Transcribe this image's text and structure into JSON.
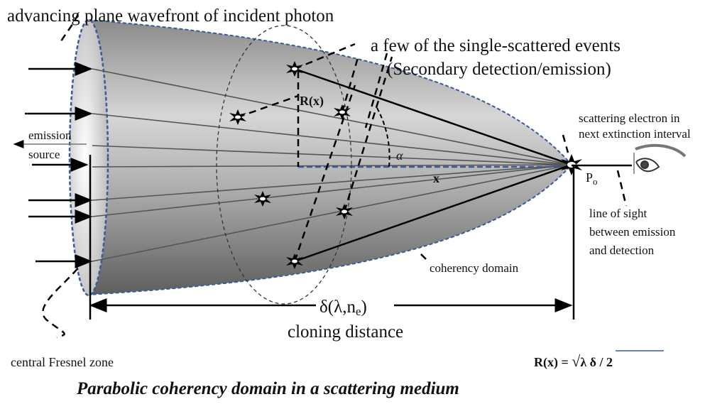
{
  "labels": {
    "wavefront": "advancing plane wavefront of incident photon",
    "events_line1": "a few of the single-scattered events",
    "events_line2": "(Secondary detection/emission)",
    "electron_line1": "scattering electron in",
    "electron_line2": "next extinction interval",
    "emission": "emission",
    "source": "source",
    "radius": "R(x)",
    "alpha": "α",
    "x": "x",
    "point": "P",
    "point_sub": "o",
    "los_line1": "line of sight",
    "los_line2": "between emission",
    "los_line3": "and detection",
    "coherency": "coherency domain",
    "delta": "δ(λ,n",
    "delta_sub": "e",
    "delta_close": ")",
    "cloning": "cloning distance",
    "fresnel": "central Fresnel zone",
    "formula_left": "R(x) = ",
    "formula_root": "√",
    "formula_right": "λ δ / 2",
    "caption": "Parabolic coherency domain in a scattering medium"
  },
  "colors": {
    "edge": "#3a5a9a",
    "cone_light": "#e8e8e8",
    "cone_dark": "#6a6a6a"
  }
}
